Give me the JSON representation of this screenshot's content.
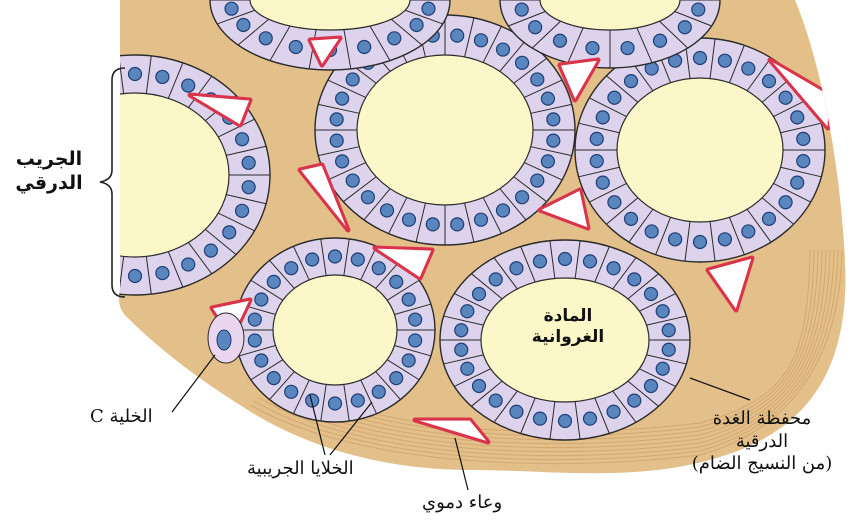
{
  "labels": {
    "follicle_line1": "الجريب",
    "follicle_line2": "الدرقي",
    "colloid_line1": "المادة",
    "colloid_line2": "الغروانية",
    "c_cell": "الخلية C",
    "follicular_cells": "الخلايا الجريبية",
    "blood_vessel": "وعاء دموي",
    "capsule_line1": "محفظة الغدة",
    "capsule_line2": "الدرقية",
    "capsule_line3": "(من النسيج الضام)"
  },
  "colors": {
    "colloid": "#fbf7c9",
    "cell_fill": "#ddd3ec",
    "cell_stroke": "#2b2b2b",
    "nucleus": "#5a86bf",
    "nucleus_dark": "#1e3e73",
    "connective_tissue": "#e3bf8a",
    "capsule_stripe": "#c9965a",
    "vessel": "#d9344b",
    "vessel_lumen": "#ffffff",
    "vessel_halo": "#f4b6b6"
  }
}
